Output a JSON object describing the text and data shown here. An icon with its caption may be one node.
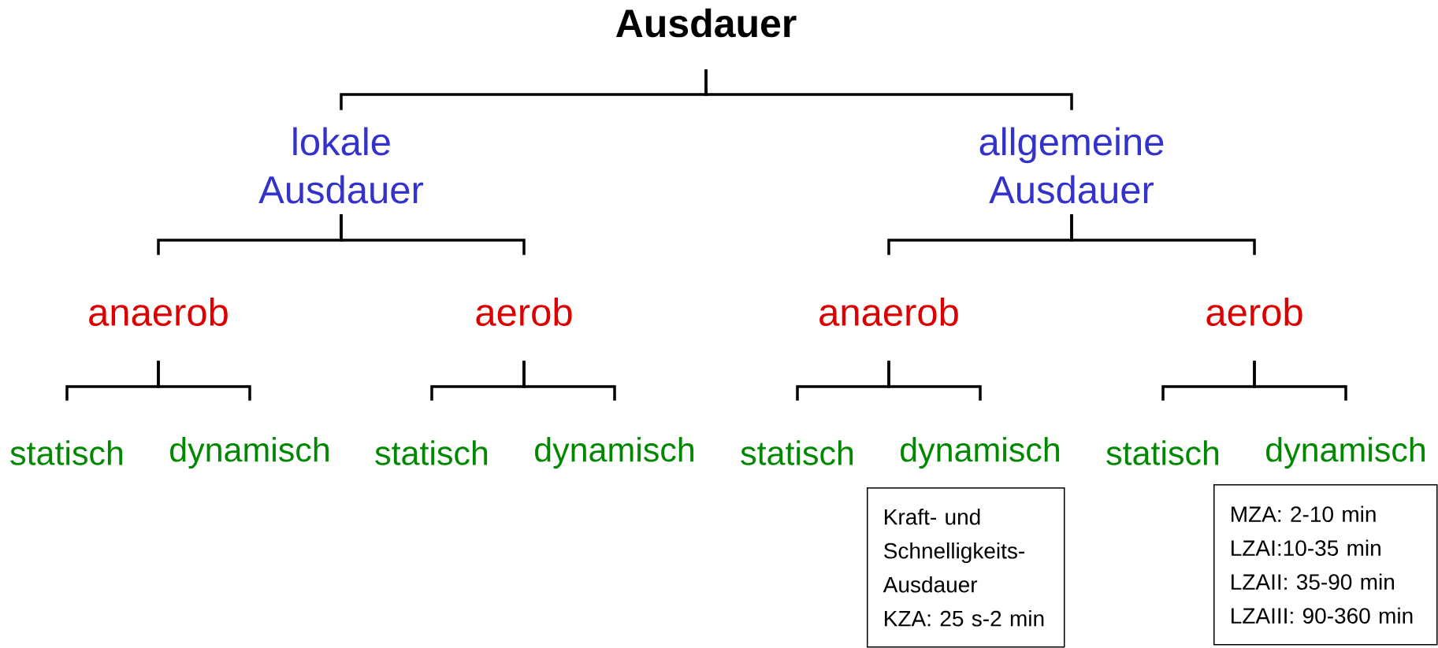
{
  "diagram": {
    "nodes": [
      {
        "text": [
          "Ausdauer"
        ]
      },
      {
        "text": [
          "lokale Ausdauer"
        ]
      },
      {
        "text": [
          "allgemeine Ausdauer"
        ]
      },
      {
        "text": [
          "anaerob"
        ]
      },
      {
        "text": [
          "aerob"
        ]
      },
      {
        "text": [
          "anaerob"
        ]
      },
      {
        "text": [
          "aerob"
        ]
      },
      {
        "text": [
          "statisch"
        ]
      },
      {
        "text": [
          "dynamisch"
        ]
      },
      {
        "text": [
          "statisch"
        ]
      },
      {
        "text": [
          "dynamisch"
        ]
      },
      {
        "text": [
          "statisch"
        ]
      },
      {
        "text": [
          "dynamisch"
        ]
      },
      {
        "text": [
          "statisch"
        ]
      },
      {
        "text": [
          "dynamisch"
        ]
      },
      {
        "text": [
          "Kraft- und Schnelligkeits- Ausdauer",
          "KZA: 25 s-2 min"
        ]
      },
      {
        "text": [
          "MZA: 2-10 min",
          "LZAI:10-35 min",
          "LZAII: 35-90 min",
          "LZAIII: 90-360 min"
        ]
      }
    ],
    "edges": [
      {
        "from": 0,
        "to": 1,
        "arrow": "none"
      },
      {
        "from": 0,
        "to": 2,
        "arrow": "none"
      },
      {
        "from": 1,
        "to": 3,
        "arrow": "none"
      },
      {
        "from": 1,
        "to": 4,
        "arrow": "none"
      },
      {
        "from": 2,
        "to": 5,
        "arrow": "none"
      },
      {
        "from": 2,
        "to": 6,
        "arrow": "none"
      },
      {
        "from": 3,
        "to": 7,
        "arrow": "none"
      },
      {
        "from": 3,
        "to": 8,
        "arrow": "none"
      },
      {
        "from": 4,
        "to": 9,
        "arrow": "none"
      },
      {
        "from": 4,
        "to": 10,
        "arrow": "none"
      },
      {
        "from": 5,
        "to": 11,
        "arrow": "none"
      },
      {
        "from": 5,
        "to": 12,
        "arrow": "none"
      },
      {
        "from": 6,
        "to": 13,
        "arrow": "none"
      },
      {
        "from": 6,
        "to": 14,
        "arrow": "none"
      }
    ]
  }
}
